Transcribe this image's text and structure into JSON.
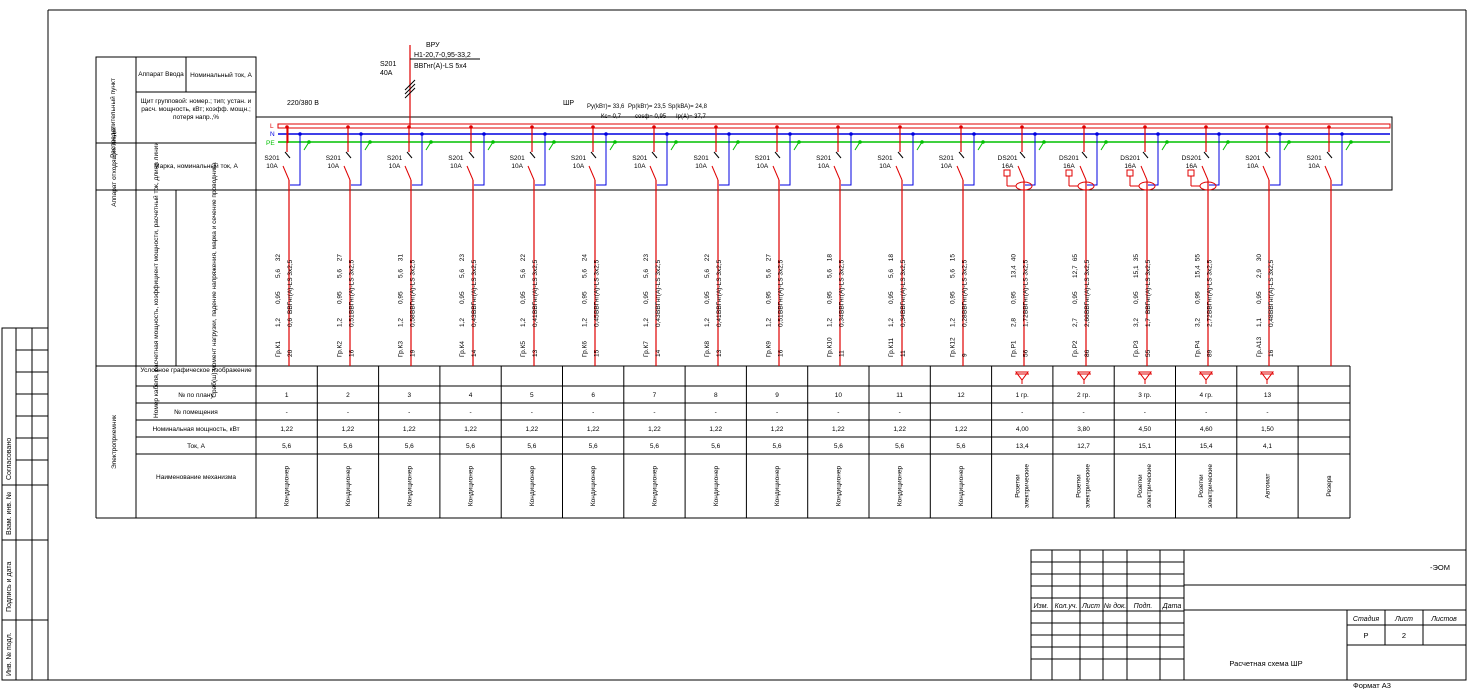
{
  "supply": {
    "label": "ВРУ",
    "cable_line": "Н1-20,7-0,95-33,2",
    "cable_type": "ВВГнг(А)-LS 5х4",
    "breaker_type": "S201",
    "breaker_rating": "40A"
  },
  "panel": {
    "voltage": "220/380 В",
    "name": "ШР",
    "py_label": "Py(kВт)= 33,6",
    "pp_label": "Pp(kВт)= 23,5",
    "sp_label": "Sp(kВА)= 24,8",
    "kc_label": "Кс= 0,7",
    "cos_label": "cosф= 0,95",
    "ip_label": "Ip(А)= 37,7",
    "bus_l": "L",
    "bus_n": "N",
    "bus_pe": "PE"
  },
  "left_table": {
    "header_distribution": "Распределительный пункт",
    "header_outgoing": "Аппарат отходящих линий",
    "input_device": "Аппарат Ввода",
    "input_rating": "Номинальный ток, А",
    "group_panel": "Щит групповой: номер.; тип; устан. и расч. мощность, кВт; коэфф. мощн.; потеря напр.,%",
    "outgoing_mark": "Марка, номинальный ток, А",
    "vertical_col1": "Номер кабеля, расчетная мощность, коэффициент мощности, расчетный ток, длина линии",
    "vertical_col2": "Сраб(ш) момент нагрузки, падение напряжения, марка и сечение проводника",
    "header_consumers": "Электроприемник"
  },
  "row_labels": {
    "symbol": "Условное графическое изображение",
    "plan_no": "№ по плану",
    "room_no": "№ помещения",
    "power": "Номинальная мощность, кВт",
    "current": "Ток, А",
    "name": "Наименование механизма"
  },
  "groups": [
    {
      "breaker": "S201",
      "rating": "10А",
      "rcd": false,
      "id": "Гр.К1",
      "p": "1,2",
      "cos": "0,95",
      "i": "5,6",
      "len": "20",
      "moment": "32",
      "du": "0,6",
      "cable": "ВВГнг(А)-LS 3х2,5",
      "plan": "1",
      "room": "-",
      "pn": "1,22",
      "cur": "5,6",
      "name": "Кондиционер",
      "sym": false
    },
    {
      "breaker": "S201",
      "rating": "10А",
      "rcd": false,
      "id": "Гр.К2",
      "p": "1,2",
      "cos": "0,95",
      "i": "5,6",
      "len": "16",
      "moment": "27",
      "du": "0,51",
      "cable": "ВВГнг(А)-LS 3х2,5",
      "plan": "2",
      "room": "-",
      "pn": "1,22",
      "cur": "5,6",
      "name": "Кондиционер",
      "sym": false
    },
    {
      "breaker": "S201",
      "rating": "10А",
      "rcd": false,
      "id": "Гр.К3",
      "p": "1,2",
      "cos": "0,95",
      "i": "5,6",
      "len": "19",
      "moment": "31",
      "du": "0,58",
      "cable": "ВВГнг(А)-LS 3х2,5",
      "plan": "3",
      "room": "-",
      "pn": "1,22",
      "cur": "5,6",
      "name": "Кондиционер",
      "sym": false
    },
    {
      "breaker": "S201",
      "rating": "10А",
      "rcd": false,
      "id": "Гр.К4",
      "p": "1,2",
      "cos": "0,95",
      "i": "5,6",
      "len": "14",
      "moment": "23",
      "du": "0,43",
      "cable": "ВВГнг(А)-LS 3х2,5",
      "plan": "4",
      "room": "-",
      "pn": "1,22",
      "cur": "5,6",
      "name": "Кондиционер",
      "sym": false
    },
    {
      "breaker": "S201",
      "rating": "10А",
      "rcd": false,
      "id": "Гр.К5",
      "p": "1,2",
      "cos": "0,95",
      "i": "5,6",
      "len": "13",
      "moment": "22",
      "du": "0,41",
      "cable": "ВВГнг(А)-LS 3х2,5",
      "plan": "5",
      "room": "-",
      "pn": "1,22",
      "cur": "5,6",
      "name": "Кондиционер",
      "sym": false
    },
    {
      "breaker": "S201",
      "rating": "10А",
      "rcd": false,
      "id": "Гр.К6",
      "p": "1,2",
      "cos": "0,95",
      "i": "5,6",
      "len": "15",
      "moment": "24",
      "du": "0,45",
      "cable": "ВВГнг(А)-LS 3х2,5",
      "plan": "6",
      "room": "-",
      "pn": "1,22",
      "cur": "5,6",
      "name": "Кондиционер",
      "sym": false
    },
    {
      "breaker": "S201",
      "rating": "10А",
      "rcd": false,
      "id": "Гр.К7",
      "p": "1,2",
      "cos": "0,95",
      "i": "5,6",
      "len": "14",
      "moment": "23",
      "du": "0,43",
      "cable": "ВВГнг(А)-LS 3х2,5",
      "plan": "7",
      "room": "-",
      "pn": "1,22",
      "cur": "5,6",
      "name": "Кондиционер",
      "sym": false
    },
    {
      "breaker": "S201",
      "rating": "10А",
      "rcd": false,
      "id": "Гр.К8",
      "p": "1,2",
      "cos": "0,95",
      "i": "5,6",
      "len": "13",
      "moment": "22",
      "du": "0,41",
      "cable": "ВВГнг(А)-LS 3х2,5",
      "plan": "8",
      "room": "-",
      "pn": "1,22",
      "cur": "5,6",
      "name": "Кондиционер",
      "sym": false
    },
    {
      "breaker": "S201",
      "rating": "10А",
      "rcd": false,
      "id": "Гр.К9",
      "p": "1,2",
      "cos": "0,95",
      "i": "5,6",
      "len": "16",
      "moment": "27",
      "du": "0,51",
      "cable": "ВВГнг(А)-LS 3х2,5",
      "plan": "9",
      "room": "-",
      "pn": "1,22",
      "cur": "5,6",
      "name": "Кондиционер",
      "sym": false
    },
    {
      "breaker": "S201",
      "rating": "10А",
      "rcd": false,
      "id": "Гр.К10",
      "p": "1,2",
      "cos": "0,95",
      "i": "5,6",
      "len": "11",
      "moment": "18",
      "du": "0,34",
      "cable": "ВВГнг(А)-LS 3х2,5",
      "plan": "10",
      "room": "-",
      "pn": "1,22",
      "cur": "5,6",
      "name": "Кондиционер",
      "sym": false
    },
    {
      "breaker": "S201",
      "rating": "10А",
      "rcd": false,
      "id": "Гр.К11",
      "p": "1,2",
      "cos": "0,95",
      "i": "5,6",
      "len": "11",
      "moment": "18",
      "du": "0,34",
      "cable": "ВВГнг(А)-LS 3х2,5",
      "plan": "11",
      "room": "-",
      "pn": "1,22",
      "cur": "5,6",
      "name": "Кондиционер",
      "sym": false
    },
    {
      "breaker": "S201",
      "rating": "10А",
      "rcd": false,
      "id": "Гр.К12",
      "p": "1,2",
      "cos": "0,95",
      "i": "5,6",
      "len": "9",
      "moment": "15",
      "du": "0,28",
      "cable": "ВВГнг(А)-LS 3х2,5",
      "plan": "12",
      "room": "",
      "pn": "1,22",
      "cur": "5,6",
      "name": "Кондиционер",
      "sym": false
    },
    {
      "breaker": "DS201",
      "rating": "16А",
      "rcd": true,
      "id": "Гр.Р1",
      "p": "2,8",
      "cos": "0,95",
      "i": "13,4",
      "len": "56",
      "moment": "40",
      "du": "1,72",
      "cable": "ВВГнг(А)-LS 3х2,5",
      "plan": "1 гр.",
      "room": "-",
      "pn": "4,00",
      "cur": "13,4",
      "name": "Розетки электрические",
      "sym": true
    },
    {
      "breaker": "DS201",
      "rating": "16А",
      "rcd": true,
      "id": "Гр.Р2",
      "p": "2,7",
      "cos": "0,95",
      "i": "12,7",
      "len": "86",
      "moment": "65",
      "du": "2,66",
      "cable": "ВВГнг(А)-LS 3х2,5",
      "plan": "2 гр.",
      "room": "-",
      "pn": "3,80",
      "cur": "12,7",
      "name": "Розетки электрические",
      "sym": true
    },
    {
      "breaker": "DS201",
      "rating": "16А",
      "rcd": true,
      "id": "Гр.Р3",
      "p": "3,2",
      "cos": "0,95",
      "i": "15,1",
      "len": "55",
      "moment": "35",
      "du": "1,7",
      "cable": "ВВГнг(А)-LS 3х2,5",
      "plan": "3 гр.",
      "room": "-",
      "pn": "4,50",
      "cur": "15,1",
      "name": "Розетки электрические",
      "sym": true
    },
    {
      "breaker": "DS201",
      "rating": "16А",
      "rcd": true,
      "id": "Гр.Р4",
      "p": "3,2",
      "cos": "0,95",
      "i": "15,4",
      "len": "89",
      "moment": "55",
      "du": "2,72",
      "cable": "ВВГнг(А)-LS 3х2,5",
      "plan": "4 гр.",
      "room": "-",
      "pn": "4,60",
      "cur": "15,4",
      "name": "Розетки электрические",
      "sym": true
    },
    {
      "breaker": "S201",
      "rating": "10А",
      "rcd": false,
      "id": "Гр.А13",
      "p": "1,1",
      "cos": "0,95",
      "i": "2,9",
      "len": "16",
      "moment": "30",
      "du": "0,48",
      "cable": "ВВГнг(А)-LS 3х2,5",
      "plan": "13",
      "room": "-",
      "pn": "1,50",
      "cur": "4,1",
      "name": "Автомат",
      "sym": true
    },
    {
      "breaker": "S201",
      "rating": "10А",
      "rcd": false,
      "id": "",
      "p": "",
      "cos": "",
      "i": "",
      "len": "",
      "moment": "",
      "du": "",
      "cable": "",
      "plan": "",
      "room": "",
      "pn": "",
      "cur": "",
      "name": "Резерв",
      "sym": false
    }
  ],
  "side_stamp": [
    "Согласовано",
    "Взам. инв. №",
    "Подпись и дата",
    "Инв. № подл."
  ],
  "title_block": {
    "code": "-ЭОМ",
    "headers": [
      "Изм.",
      "Кол.уч.",
      "Лист",
      "№ док.",
      "Подп.",
      "Дата"
    ],
    "stage_label": "Стадия",
    "sheet_label": "Лист",
    "sheets_label": "Листов",
    "stage": "Р",
    "sheet": "2",
    "sheets": "",
    "drawing_title": "Расчетная схема ШР",
    "format": "Формат А3"
  },
  "colors": {
    "phase": "#e00000",
    "neutral": "#0000e0",
    "pe": "#00c000",
    "line": "#000000"
  }
}
